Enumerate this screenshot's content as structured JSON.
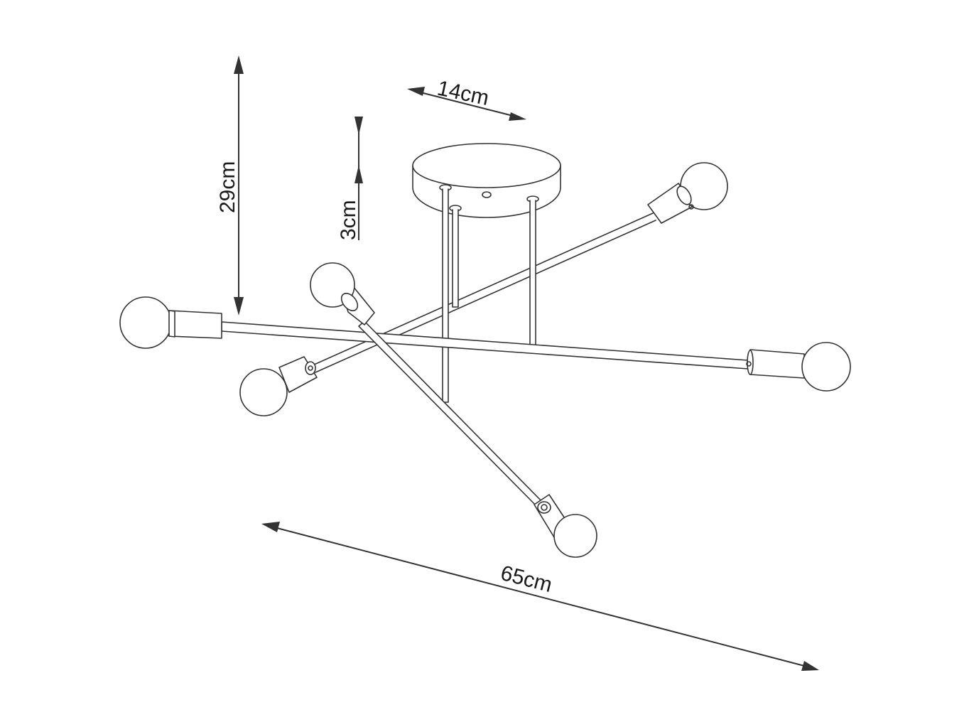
{
  "dimensions": {
    "total_height": "29cm",
    "canopy_depth": "3cm",
    "canopy_diameter": "14cm",
    "total_width": "65cm"
  },
  "colors": {
    "line": "#333333",
    "background": "#ffffff"
  }
}
